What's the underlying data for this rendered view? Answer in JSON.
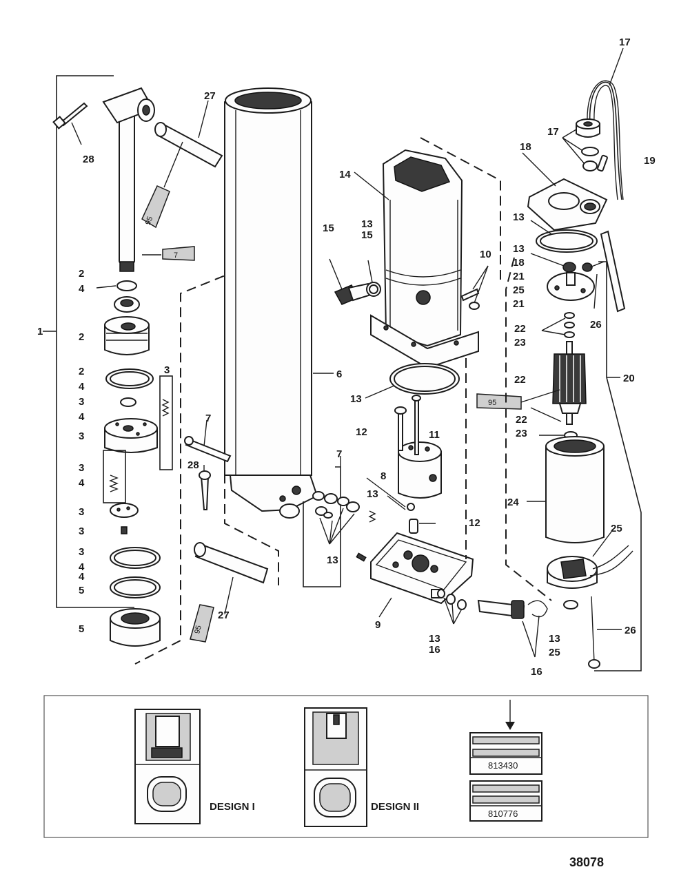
{
  "diagram_number": "38078",
  "callouts": {
    "c1": "1",
    "c2a": "2",
    "c4a": "4",
    "c2b": "2",
    "c2c": "2",
    "c4b": "4",
    "c3a": "3",
    "c3b": "3",
    "c4c": "4",
    "c3c": "3",
    "c3d": "3",
    "c4d": "4",
    "c3e": "3",
    "c3f": "3",
    "c3g": "3",
    "c4e": "4",
    "c4f": "4",
    "c5a": "5",
    "c5b": "5",
    "c6": "6",
    "c7a": "7",
    "c7b": "7",
    "c8": "8",
    "c9": "9",
    "c10": "10",
    "c11": "11",
    "c12a": "12",
    "c12b": "12",
    "c13a": "13",
    "c15a": "15",
    "c13b": "13",
    "c13c": "13",
    "c13d": "13",
    "c13e": "13",
    "c16a": "16",
    "c13f": "13",
    "c13g": "13",
    "c18b": "18",
    "c21a": "21",
    "c25a": "25",
    "c13h": "13",
    "c25b": "25",
    "c14": "14",
    "c15b": "15",
    "c16b": "16",
    "c17a": "17",
    "c17b": "17",
    "c18a": "18",
    "c19": "19",
    "c20": "20",
    "c21b": "21",
    "c22a": "22",
    "c23a": "23",
    "c22b": "22",
    "c22c": "22",
    "c23b": "23",
    "c24": "24",
    "c25c": "25",
    "c26a": "26",
    "c26b": "26",
    "c27a": "27",
    "c27b": "27",
    "c28a": "28",
    "c28b": "28",
    "tube95a": "95",
    "tube95b": "95",
    "tube95c": "95",
    "tube7": "7"
  },
  "inset": {
    "design1_label": "DESIGN I",
    "design2_label": "DESIGN II",
    "part_number_1": "813430",
    "part_number_2": "810776"
  }
}
